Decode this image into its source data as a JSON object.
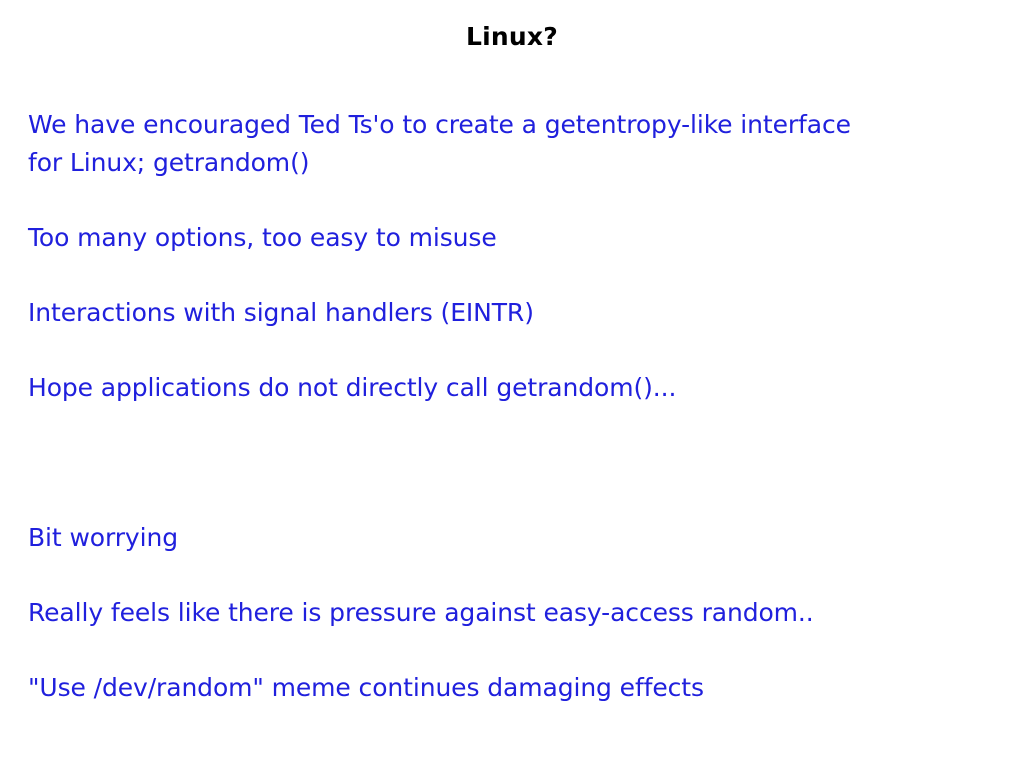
{
  "slide": {
    "title": "Linux?",
    "title_color": "#000000",
    "background_color": "#ffffff",
    "body_color": "#2020dd",
    "paragraphs": [
      {
        "id": "getentropy-like-interface",
        "lines": [
          "We have encouraged Ted Ts'o to create a getentropy-like interface",
          "for Linux; getrandom()"
        ]
      },
      {
        "id": "too-many-options",
        "lines": [
          "Too many options, too easy to misuse"
        ]
      },
      {
        "id": "signal-handlers",
        "lines": [
          "Interactions with signal handlers (EINTR)"
        ]
      },
      {
        "id": "hope-applications",
        "lines": [
          "Hope applications do not directly call getrandom()..."
        ]
      },
      {
        "id": "blank-separator",
        "lines": [
          ""
        ]
      },
      {
        "id": "bit-worrying",
        "lines": [
          "Bit worrying"
        ]
      },
      {
        "id": "pressure-against-easy-access",
        "lines": [
          "Really feels like there is pressure against easy-access random.."
        ]
      },
      {
        "id": "dev-random-meme",
        "lines": [
          "\"Use /dev/random\" meme continues damaging effects"
        ]
      }
    ]
  }
}
